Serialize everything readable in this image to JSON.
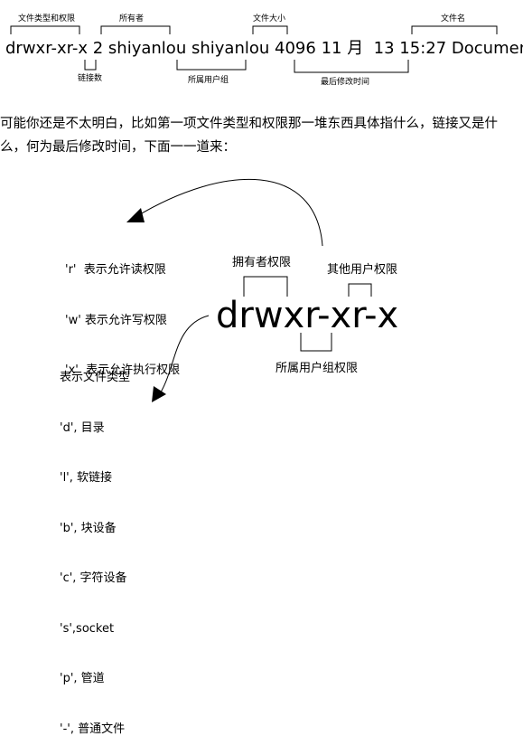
{
  "ls_example": {
    "perm": "drwxr-xr-x",
    "links": "2",
    "owner": "shiyanlou",
    "group": "shiyanlou",
    "size": "4096",
    "month": "11 月",
    "day": "13",
    "time": "15:27",
    "name": "Documents"
  },
  "ls_labels": {
    "type_perm": "文件类型和权限",
    "owner": "所有者",
    "size": "文件大小",
    "filename": "文件名",
    "link_count": "链接数",
    "group": "所属用户组",
    "mtime": "最后修改时间"
  },
  "paragraph": "可能你还是不太明白，比如第一项文件类型和权限那一堆东西具体指什么，链接又是什么，何为最后修改时间，下面一一道来：",
  "permission_diagram": {
    "perm_string": "drwxr-xr-x",
    "rwx_legend": [
      "'r'  表示允许读权限",
      "'w' 表示允许写权限",
      "'x'  表示允许执行权限"
    ],
    "owner_perm": "拥有者权限",
    "other_perm": "其他用户权限",
    "group_perm": "所属用户组权限",
    "file_type_title": "表示文件类型",
    "file_types": [
      "'d', 目录",
      "'l', 软链接",
      "'b', 块设备",
      "'c', 字符设备",
      "'s',socket",
      "'p', 管道",
      "'-', 普通文件"
    ]
  }
}
